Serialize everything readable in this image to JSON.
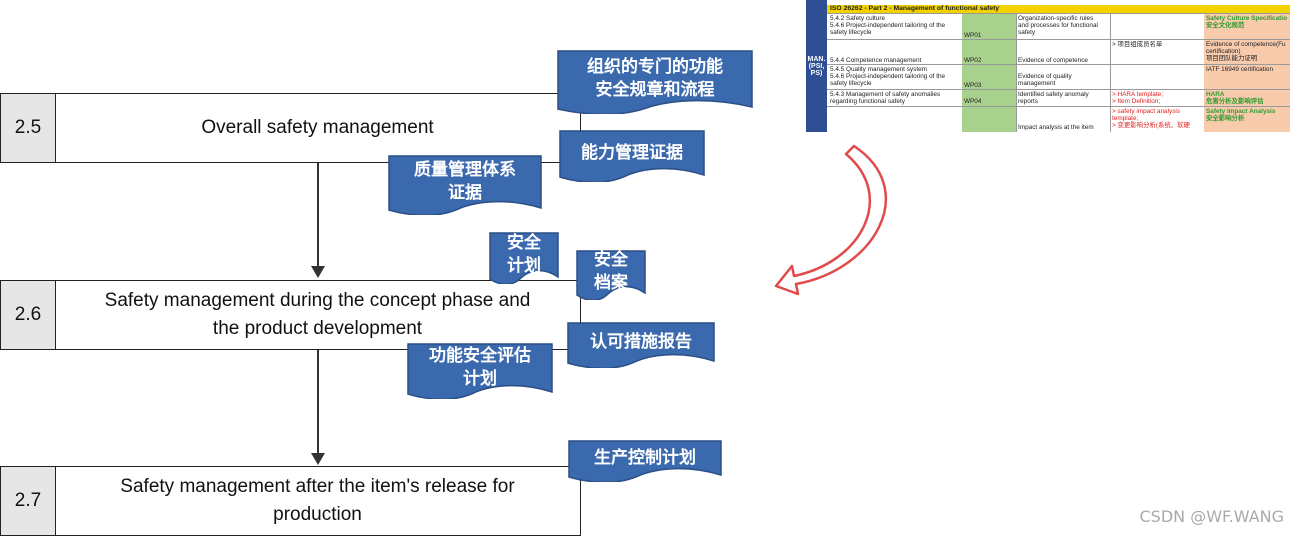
{
  "steps": [
    {
      "number": "2.5",
      "title": "Overall safety management"
    },
    {
      "number": "2.6",
      "title": "Safety management during the concept phase and\nthe product development"
    },
    {
      "number": "2.7",
      "title": "Safety management after the item's release for\nproduction"
    }
  ],
  "work_products": {
    "org_rules": "组织的专门的功能\n安全规章和流程",
    "competence": "能力管理证据",
    "quality": "质量管理体系\n证据",
    "safety_plan": "安全\n计划",
    "safety_case": "安全\n档案",
    "confirmation": "认可措施报告",
    "assessment_plan": "功能安全评估\n计划",
    "production_plan": "生产控制计划"
  },
  "colors": {
    "doc_fill": "#3b69ad",
    "doc_stroke": "#2b4f86",
    "arrow": "#e04a4a"
  },
  "sheet": {
    "side_label": "MAN.\n(PSI,\nPS)",
    "header": "ISO 26262 - Part 2 - Management of functional safety",
    "top_partial_1": " ",
    "rows": [
      {
        "clauses": "5.4.2 Safety culture\n5.4.6 Project-independent tailoring of the\nsafety lifecycle",
        "wp": "WP01",
        "desc": "Organization-specific rules\nand processes for functional\nsafety",
        "template": "",
        "output": "Safety Culture Specificatio\n安全文化规范"
      },
      {
        "clauses": "5.4.4 Competence management",
        "wp": "WP02",
        "desc": "Evidence of competence",
        "template": "> 项目组成员名单",
        "output": "Evidence of competence(Fu\ncertification)\n项目团队能力证明"
      },
      {
        "clauses": "5.4.5 Quality management system\n5.4.6 Project-independent tailoring of the\nsafety lifecycle",
        "wp": "WP03",
        "desc": "Evidence of quality\nmanagement",
        "template": "",
        "output": "IATF 16949 certification"
      },
      {
        "clauses": "5.4.3 Management of safety anomalies\nregarding functional safety",
        "wp": "WP04",
        "desc": "Identified safety anomaly\nreports",
        "template": "> HARA template;\n> Item Definition;",
        "output": "HARA\n危害分析及影响评估"
      },
      {
        "clauses": "",
        "wp": "",
        "desc": "Impact analysis at the item",
        "template": "> safety impact analysis\ntemplate;\n> 变更影响分析(系统、软硬",
        "output": "Safety Impact Analysis\n安全影响分析"
      }
    ]
  },
  "watermark": "CSDN @WF.WANG"
}
